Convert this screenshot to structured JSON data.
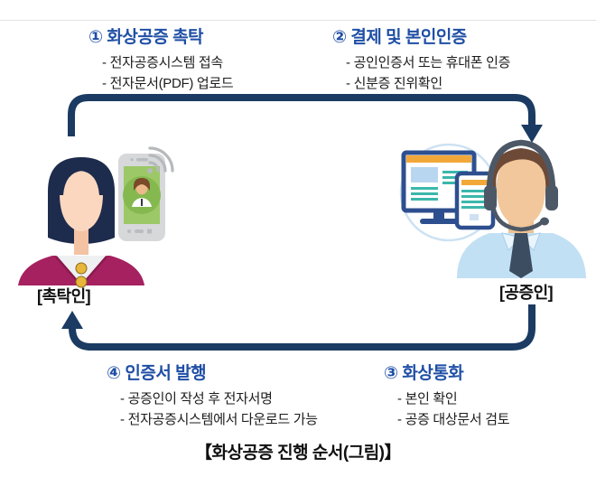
{
  "steps": [
    {
      "title": "① 화상공증 촉탁",
      "bullets": [
        "- 전자공증시스템 접속",
        "- 전자문서(PDF) 업로드"
      ]
    },
    {
      "title": "② 결제 및 본인인증",
      "bullets": [
        "- 공인인증서 또는 휴대폰 인증",
        "- 신분증 진위확인"
      ]
    },
    {
      "title": "③ 화상통화",
      "bullets": [
        "- 본인 확인",
        "- 공증 대상문서 검토"
      ]
    },
    {
      "title": "④ 인증서 발행",
      "bullets": [
        "- 공증인이 작성 후 전자서명",
        "- 전자공증시스템에서 다운로드 가능"
      ]
    }
  ],
  "actors": {
    "requester_label": "[촉탁인]",
    "notary_label": "[공증인]"
  },
  "caption": "【화상공증 진행 순서(그림)】",
  "icons": {
    "left_actor": "woman-avatar-icon",
    "left_device": "smartphone-icon",
    "left_signal": "wifi-signal-icon",
    "right_actor": "man-headset-avatar-icon",
    "right_device_1": "monitor-icon",
    "right_device_2": "tablet-icon",
    "flow_top": "arrow-right-down-icon",
    "flow_bottom": "arrow-left-up-icon"
  },
  "colors": {
    "step_title_blue": "#1f4fa5",
    "arrow_navy": "#1b3b62",
    "body_text": "#1c1c1c",
    "jacket_magenta": "#a6215f",
    "phone_screen_green": "#9cc867",
    "monitor_frame_blue": "#2e4f8f",
    "screen_accent_orange": "#f2a839",
    "screen_accent_teal": "#3bb7ab",
    "shirt_light_blue": "#c2e0f4",
    "headset_gray": "#4d5866",
    "wifi_gray": "#b6b9bc"
  }
}
